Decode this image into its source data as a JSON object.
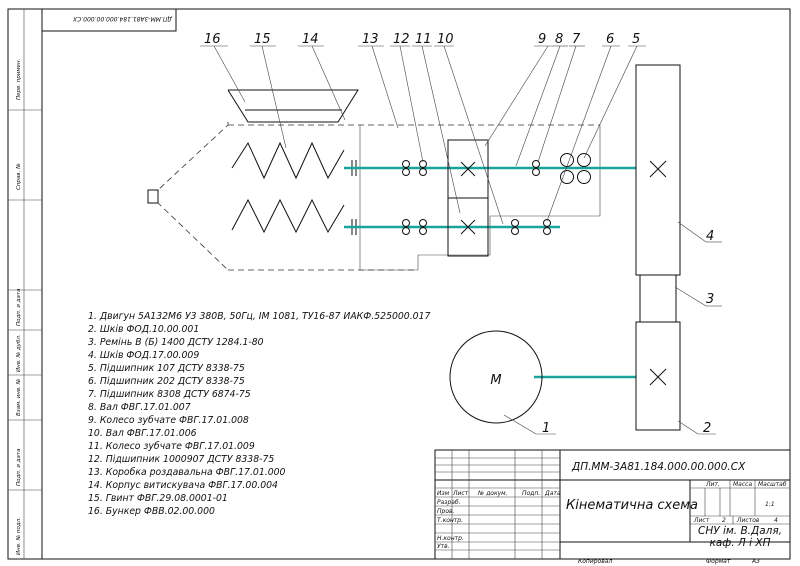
{
  "doc_code_stamp": "ДП.ММ-3А81.184.000.00.000.СХ",
  "callouts": [
    "16",
    "15",
    "14",
    "13",
    "12",
    "11",
    "10",
    "9",
    "8",
    "7",
    "6",
    "5",
    "4",
    "3",
    "2",
    "1"
  ],
  "motor_symbol": "M",
  "legend": [
    "1. Двигун 5А132М6 У3 380В, 50Гц, IM 1081, ТУ16-87 ИАКФ.525000.017",
    "2. Шків ФОД.10.00.001",
    "3. Ремінь В (Б) 1400 ДСТУ 1284.1-80",
    "4. Шків ФОД.17.00.009",
    "5. Підшипник 107 ДСТУ 8338-75",
    "6. Підшипник 202 ДСТУ 8338-75",
    "7. Підшипник 8308 ДСТУ 6874-75",
    "8. Вал ФВГ.17.01.007",
    "9. Колесо зубчате ФВГ.17.01.008",
    "10. Вал ФВГ.17.01.006",
    "11. Колесо зубчате ФВГ.17.01.009",
    "12. Підшипник 1000907 ДСТУ 8338-75",
    "13. Коробка роздавальна ФВГ.17.01.000",
    "14. Корпус витискувача ФВГ.17.00.004",
    "15. Гвинт ФВГ.29.08.0001-01",
    "16. Бункер ФВВ.02.00.000"
  ],
  "title_block": {
    "doc_code": "ДП.ММ-3А81.184.000.00.000.СХ",
    "title": "Кінематична схема",
    "head_cols": [
      "Изм",
      "Лист",
      "№ докум.",
      "Подп.",
      "Дата"
    ],
    "rows": [
      "Разраб.",
      "Пров.",
      "Т.контр.",
      "",
      "Н.контр.",
      "Утв."
    ],
    "lit_label": "Лит.",
    "mass_label": "Масса",
    "scale_label": "Масштаб",
    "scale_value": "1:1",
    "sheet_label": "Лист",
    "sheet_value": "2",
    "sheets_label": "Листов",
    "sheets_value": "4",
    "org_line1": "СНУ ім. В.Даля,",
    "org_line2": "каф. Л і ХП",
    "copied": "Копировал",
    "format_label": "Формат",
    "format_value": "А3"
  },
  "side_labels": [
    "Перв. примен.",
    "Справ. №",
    "Подп. и дата",
    "Инв. № дубл.",
    "Взам. инв. №",
    "Подп. и дата",
    "Инв. № подл."
  ]
}
